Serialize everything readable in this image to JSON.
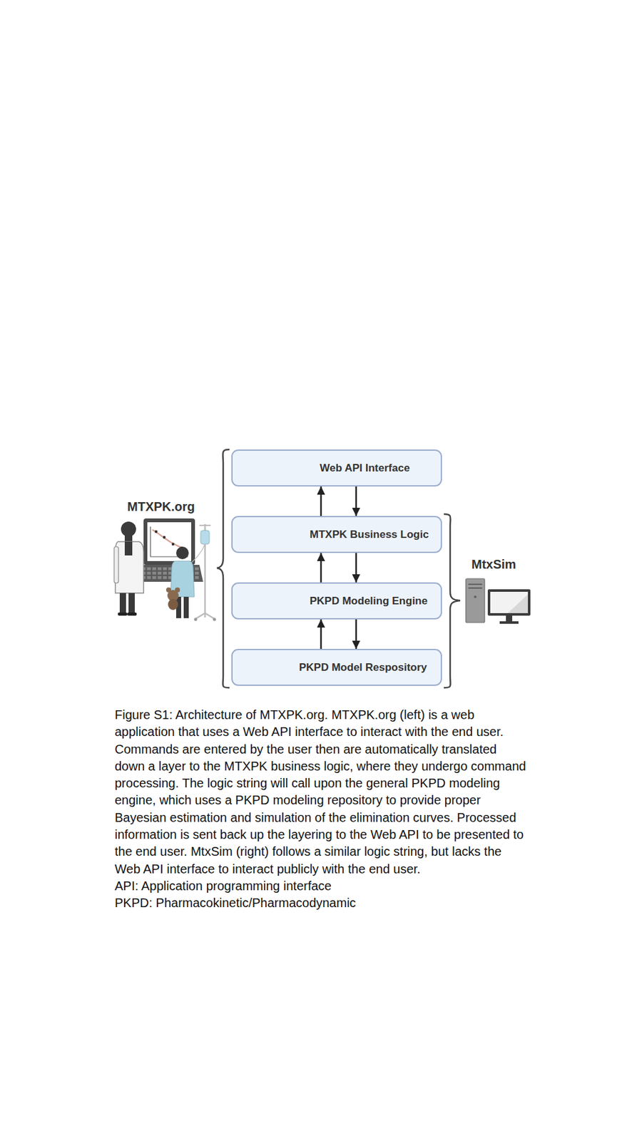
{
  "diagram": {
    "caption": "Figure S1: Architecture of MTXPK.org. MTXPK.org (left) is a web application that uses a Web API interface to interact with the end user. Commands are entered by the user then are automatically translated down a layer to the MTXPK business logic, where they undergo command processing. The logic string will call upon the general PKPD modeling engine, which uses a PKPD modeling repository to provide proper Bayesian estimation and simulation of the elimination curves. Processed information is sent back up the layering to the Web API to be presented to the end user. MtxSim (right) follows a similar logic string, but lacks the Web API interface to interact publicly with the end user.",
    "nodes": [
      {
        "text": [
          "Web API Interface"
        ]
      },
      {
        "text": [
          "MTXPK Business Logic"
        ]
      },
      {
        "text": [
          "PKPD Modeling Engine"
        ]
      },
      {
        "text": [
          "PKPD Model Respository"
        ]
      }
    ],
    "edges": [
      {
        "from": 1,
        "to": 0,
        "arrow": "to"
      },
      {
        "from": 0,
        "to": 1,
        "arrow": "to"
      },
      {
        "from": 2,
        "to": 1,
        "arrow": "to"
      },
      {
        "from": 1,
        "to": 2,
        "arrow": "to"
      },
      {
        "from": 3,
        "to": 2,
        "arrow": "to"
      },
      {
        "from": 2,
        "to": 3,
        "arrow": "to"
      }
    ],
    "labels": [
      "MTXPK.org",
      "MtxSim",
      "API: Application programming interface",
      "PKPD: Pharmacokinetic/Pharmacodynamic"
    ]
  }
}
